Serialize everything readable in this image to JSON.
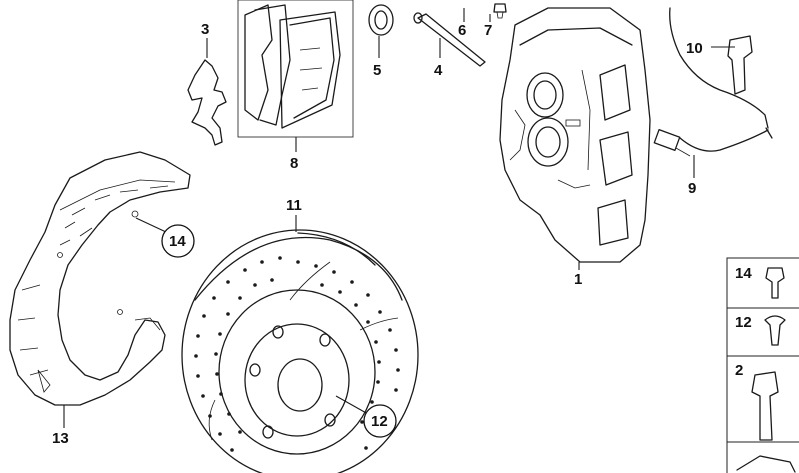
{
  "labels": {
    "caliper": "1",
    "bolt_large": "2",
    "spring_clip": "3",
    "guide_pin": "4",
    "seal_ring": "5",
    "part_6": "6",
    "bleed_valve": "7",
    "pad_set": "8",
    "wear_sensor": "9",
    "sensor_bracket": "10",
    "brake_disc": "11",
    "disc_screw": "12",
    "splash_shield": "13",
    "shield_screw": "14"
  },
  "legend": {
    "items": [
      "14",
      "12",
      "2"
    ]
  },
  "colors": {
    "line": "#1a1a1a",
    "background": "#ffffff"
  }
}
